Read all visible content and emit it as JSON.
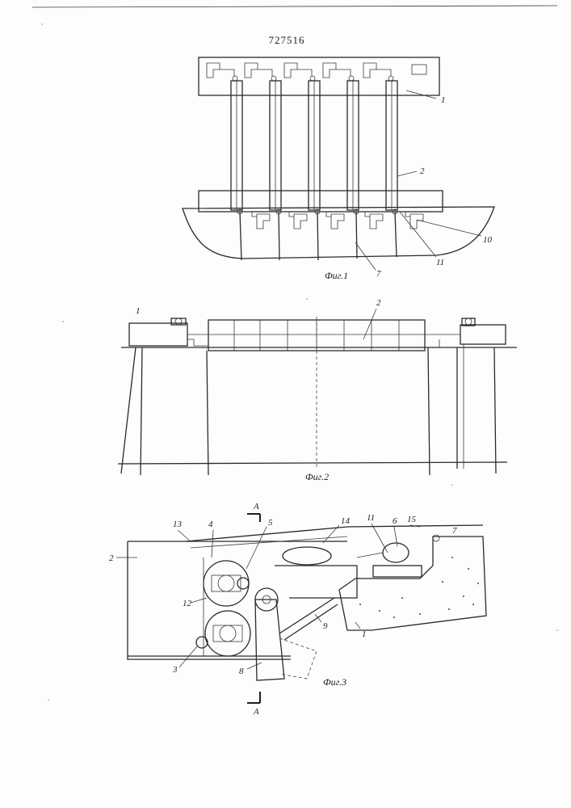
{
  "patent_number": "727516",
  "fig1": {
    "caption": "Фиг.1",
    "labels": [
      "1",
      "2",
      "10",
      "11",
      "7"
    ]
  },
  "fig2": {
    "caption": "Фиг.2",
    "labels": [
      "1",
      "2"
    ]
  },
  "fig3": {
    "caption": "Фиг.3",
    "section_mark": "А",
    "labels": [
      "2",
      "13",
      "4",
      "5",
      "14",
      "11",
      "6",
      "15",
      "7",
      "12",
      "9",
      "1",
      "3",
      "8"
    ]
  }
}
